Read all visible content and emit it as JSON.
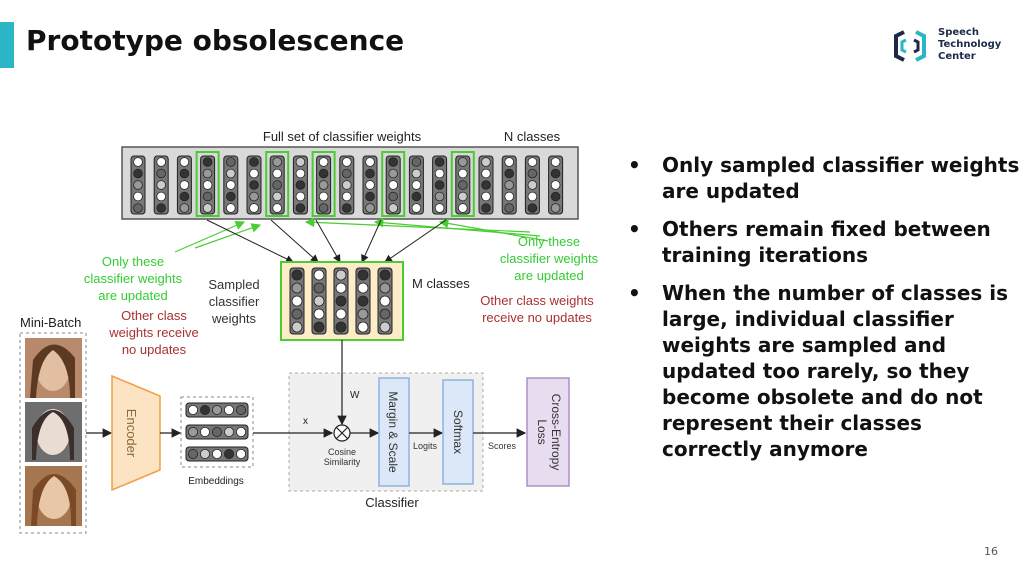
{
  "slide": {
    "title": "Prototype obsolescence",
    "page_number": "16",
    "accent_color": "#2bb5c5"
  },
  "logo": {
    "icon": "speech-technology-center-logo-icon",
    "lines": [
      "Speech",
      "Technology",
      "Center"
    ]
  },
  "bullets": [
    "Only sampled classifier weights are updated",
    "Others remain fixed between training iterations",
    "When the number of classes is large, individual classifier weights are sampled and updated too rarely, so they become obsolete and do not represent their classes correctly anymore"
  ],
  "diagram": {
    "full_set_label": "Full set of classifier weights",
    "n_classes_label": "N classes",
    "sampled_label": [
      "Sampled",
      "classifier",
      "weights"
    ],
    "m_classes_label": "M classes",
    "only_these_left": [
      "Only these",
      "classifier weights",
      "are updated"
    ],
    "only_these_right": [
      "Only these",
      "classifier weights",
      "are updated"
    ],
    "other_left": [
      "Other class",
      "weights receive",
      "no updates"
    ],
    "other_right": [
      "Other class weights",
      "receive no updates"
    ],
    "mini_batch_label": "Mini-Batch",
    "encoder_label": "Encoder",
    "embeddings_label": "Embeddings",
    "x_label": "x",
    "w_label": "W",
    "cosine_label": [
      "Cosine",
      "Similarity"
    ],
    "margin_scale_label": "Margin & Scale",
    "logits_label": "Logits",
    "softmax_label": "Softmax",
    "scores_label": "Scores",
    "loss_label": [
      "Cross-Entropy",
      "Loss"
    ],
    "classifier_label": "Classifier",
    "colors": {
      "highlight_green": "#4ccc33",
      "note_green": "#33cc33",
      "note_red": "#a83232",
      "encoder_fill": "#fbe3c4",
      "encoder_stroke": "#f0a046",
      "margin_fill": "#dce8f7",
      "margin_stroke": "#8fb2e0",
      "loss_fill": "#e8dcf0",
      "loss_stroke": "#b18fc7",
      "sampled_fill": "#fdecc8"
    },
    "face_icons": [
      "face-photo-1",
      "face-photo-2",
      "face-photo-3"
    ]
  }
}
